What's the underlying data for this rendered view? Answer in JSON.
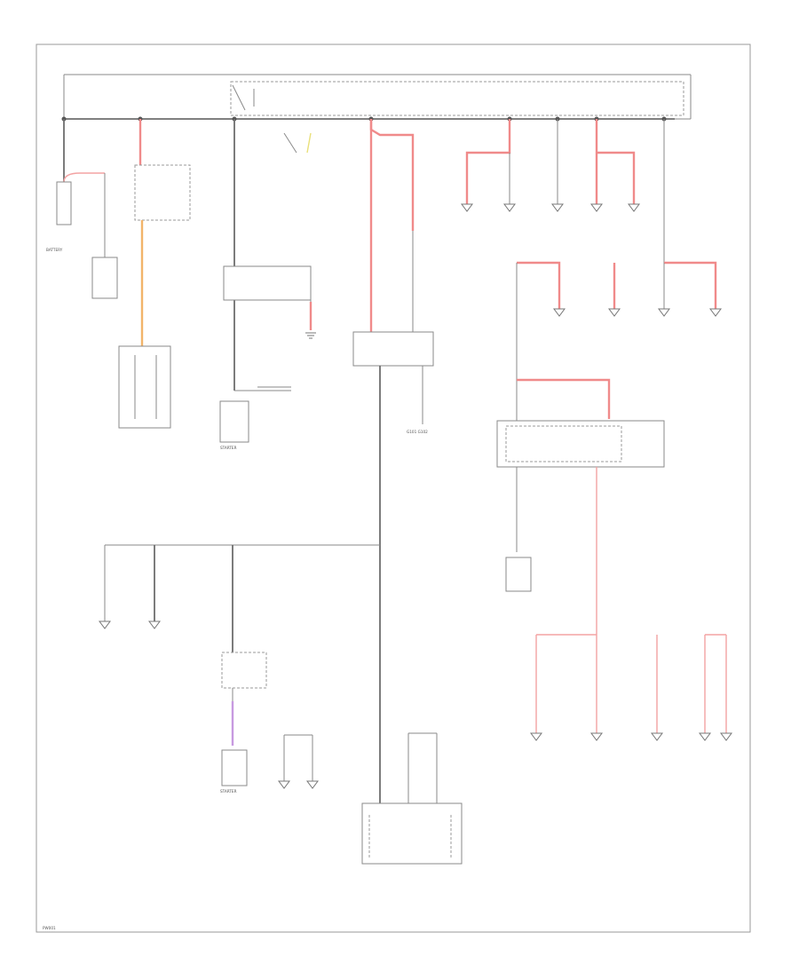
{
  "labels": {
    "battery": "BATTERY",
    "starter": "STARTER",
    "starter2": "STARTER",
    "ground": "G101 G102",
    "footer_id": "PW001"
  }
}
